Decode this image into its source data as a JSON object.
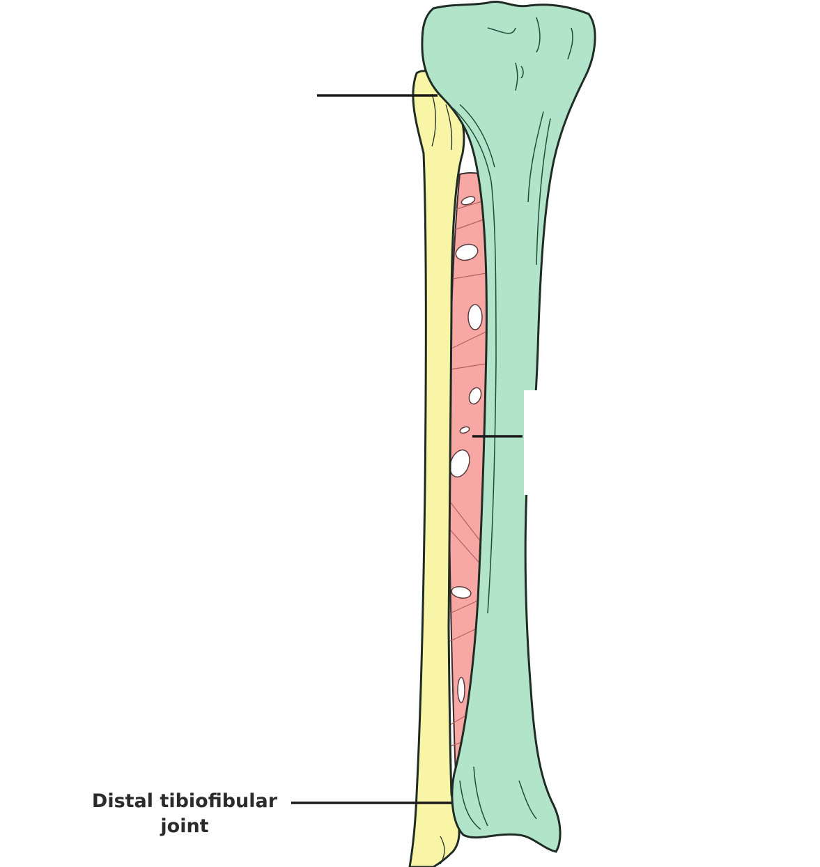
{
  "diagram": {
    "subject": "Tibia and fibula with interosseous membrane (anterior view)",
    "colors": {
      "tibia": "#b2e4ca",
      "fibula": "#f9f5a6",
      "interosseous_membrane": "#f7a7a4",
      "outline": "#1f2b25",
      "leader_line": "#1a1a1a",
      "background": "#ffffff"
    },
    "labels": [
      {
        "id": "proximal",
        "text": "",
        "note": "label erased; leader line points to proximal tibiofibular joint"
      },
      {
        "id": "middle",
        "text": "",
        "note": "label erased; leader line points to interosseous membrane"
      },
      {
        "id": "distal",
        "line1": "Distal tibiofibular",
        "line2": "joint"
      }
    ]
  }
}
